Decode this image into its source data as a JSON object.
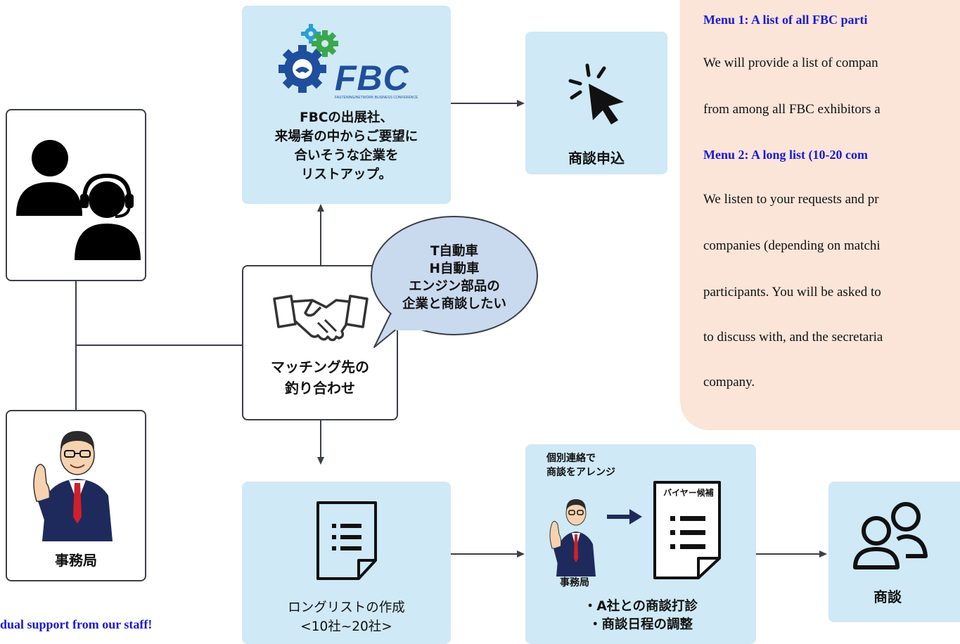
{
  "fbc_box": {
    "logo_text": "FBC",
    "logo_subtext": "FASTENING/NETWORK BUSINESS CONFERENCE",
    "lines": [
      "FBCの出展社、",
      "来場者の中からご要望に",
      "合いそうな企業を",
      "リストアップ。"
    ]
  },
  "apply_box": {
    "label": "商談申込"
  },
  "matching_box": {
    "lines": [
      "マッチング先の",
      "釣り合わせ"
    ]
  },
  "speech_bubble": {
    "lines": [
      "T自動車",
      "H自動車",
      "エンジン部品の",
      "企業と商談したい"
    ]
  },
  "secretariat_box": {
    "label": "事務局"
  },
  "longlist_box": {
    "lines": [
      "ロングリストの作成",
      "<10社~20社>"
    ]
  },
  "arrange_box": {
    "top_note": [
      "個別連絡で",
      "商談をアレンジ"
    ],
    "doc_label": "バイヤー候補",
    "staff_label": "事務局",
    "bullets": [
      "・A社との商談打診",
      "・商談日程の調整"
    ]
  },
  "meeting_box": {
    "label": "商談"
  },
  "menu_panel": {
    "menu1_heading": "Menu 1: A list of all FBC parti",
    "menu1_lines": [
      "We will provide a list of compan",
      "from among all FBC exhibitors a"
    ],
    "menu2_heading": "Menu 2: A long list (10-20 com",
    "menu2_lines": [
      "We listen to your requests and pr",
      "companies (depending on matchi",
      "participants. You will be asked to",
      "to discuss with, and the secretaria",
      "company."
    ]
  },
  "footer_text": "dual support from our staff!",
  "colors": {
    "box_blue": "#cfe9f7",
    "bubble": "#c9d9ee",
    "menu_bg": "#fbe5d8",
    "heading_blue": "#1a1ad6",
    "logo_blue": "#1f4f9c",
    "gear_green": "#3aa84a",
    "gear_cyan": "#2a9fd6"
  }
}
